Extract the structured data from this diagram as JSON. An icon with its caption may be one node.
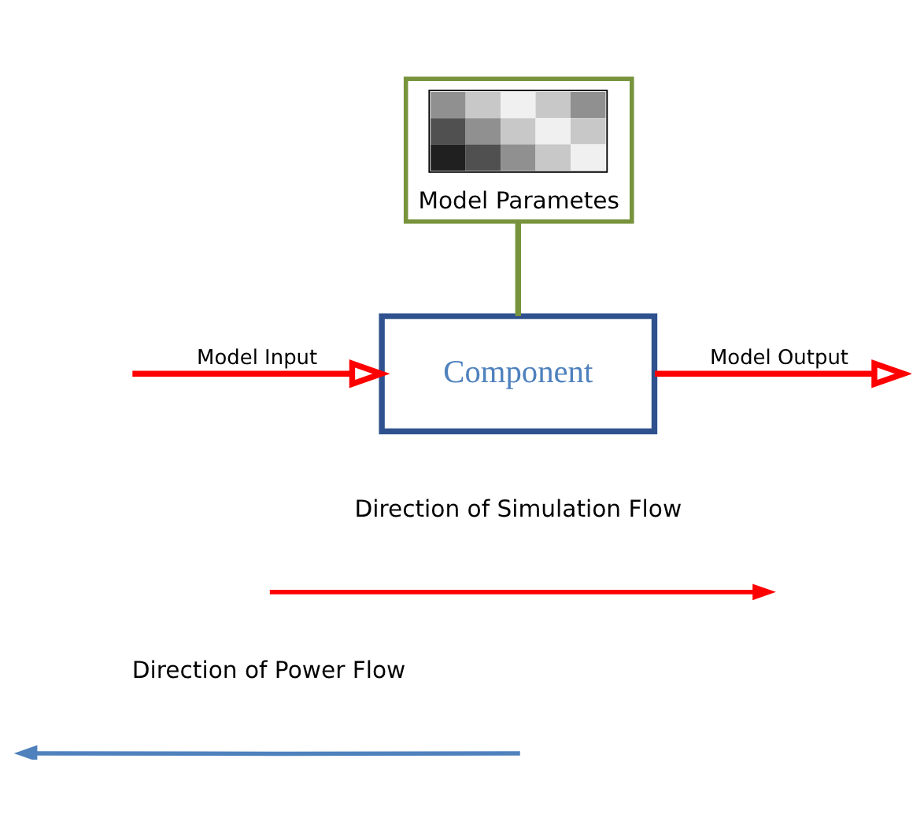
{
  "diagram": {
    "nodes": [
      {
        "text": [
          "Model Parametes"
        ]
      },
      {
        "text": [],
        "shape": "picture",
        "in": 0
      },
      {
        "text": [
          "Component"
        ]
      }
    ],
    "edges": [
      {
        "from": 0,
        "to": 2,
        "arrow": "none",
        "color": "#77933c"
      },
      {
        "from": null,
        "to": 2,
        "arrow": "to",
        "label": "Model Input",
        "color": "#ff0000"
      },
      {
        "from": 2,
        "to": null,
        "arrow": "to",
        "label": "Model Output",
        "color": "#ff0000"
      }
    ],
    "labels": [
      "Direction of Simulation Flow",
      "Direction of Power Flow"
    ]
  }
}
